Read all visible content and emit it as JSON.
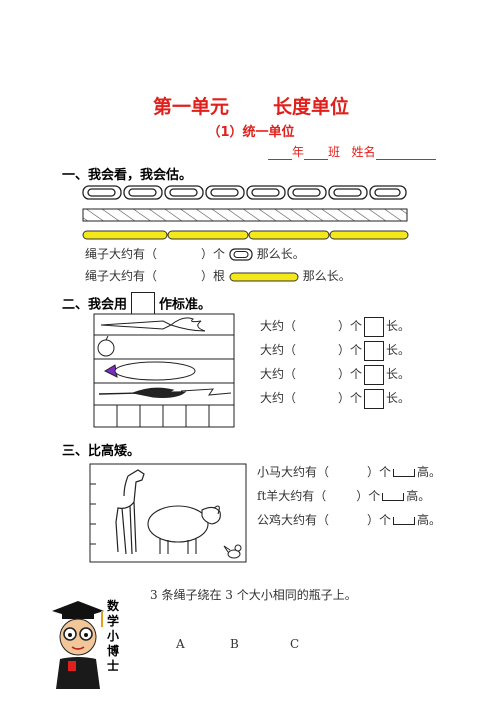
{
  "header": {
    "unit_title": "第一单元",
    "topic_title": "长度单位",
    "subtitle": "（1）统一单位",
    "grade_label": "年",
    "class_label": "班",
    "name_label": "姓名"
  },
  "section1": {
    "heading": "一、我会看，我会估。",
    "q1_start": "绳子大约有（",
    "q1_unit": "）个",
    "q1_tail": "那么长。",
    "q2_start": "绳子大约有（",
    "q2_unit": "）根",
    "q2_tail": "那么长。"
  },
  "section2": {
    "heading_a": "二、我会用",
    "heading_b": "作标准。",
    "rows": [
      {
        "start": "大约（",
        "mid": "）个",
        "end": "长。"
      },
      {
        "start": "大约（",
        "mid": "）个",
        "end": "长。"
      },
      {
        "start": "大约（",
        "mid": "）个",
        "end": "长。"
      },
      {
        "start": "大约（",
        "mid": "）个",
        "end": "长。"
      }
    ]
  },
  "section3": {
    "heading": "三、比高矮。",
    "rows": [
      {
        "start": "小马大约有（",
        "mid": "）个",
        "end": "高。"
      },
      {
        "start": "ft羊大约有（",
        "mid": "）个",
        "end": "高。"
      },
      {
        "start": "公鸡大约有（",
        "mid": "）个",
        "end": "高。"
      }
    ]
  },
  "doctor": {
    "label_chars": [
      "数",
      "学",
      "小",
      "博",
      "士"
    ],
    "problem": "3 条绳子绕在 3 个大小相同的瓶子上。",
    "options": [
      "A",
      "B",
      "C"
    ]
  },
  "colors": {
    "title_red": "#e0201c",
    "rope_yellow": "#f5e81a",
    "rope_outline": "#333333",
    "eggplant": "#7a2cc0"
  }
}
